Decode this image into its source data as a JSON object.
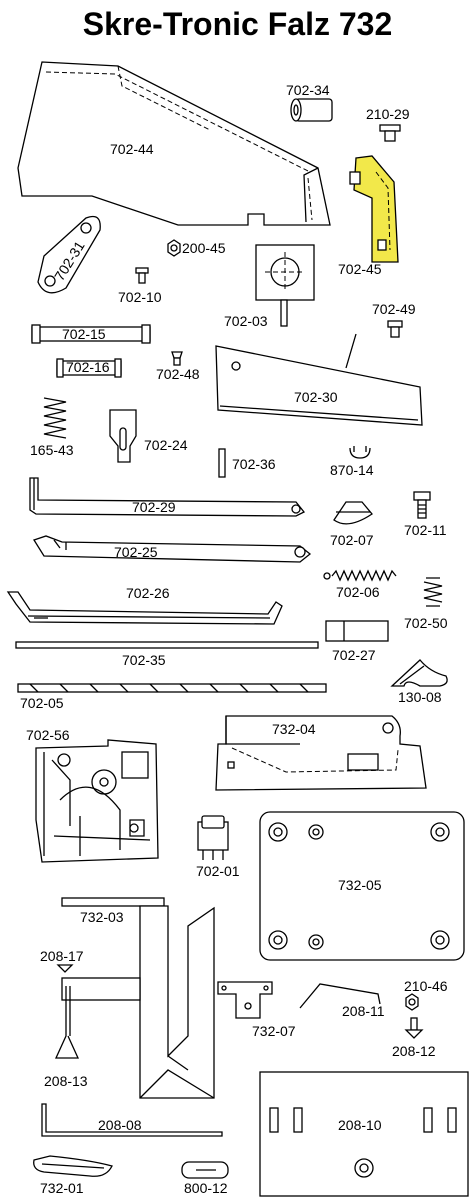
{
  "title": "Skre-Tronic Falz 732",
  "parts": {
    "p702_34": "702-34",
    "p210_29": "210-29",
    "p702_44": "702-44",
    "p702_31": "702-31",
    "p200_45": "200-45",
    "p702_45": "702-45",
    "p702_10": "702-10",
    "p702_03": "702-03",
    "p702_49": "702-49",
    "p702_15": "702-15",
    "p702_16": "702-16",
    "p702_48": "702-48",
    "p702_30": "702-30",
    "p165_43": "165-43",
    "p702_24": "702-24",
    "p702_36": "702-36",
    "p870_14": "870-14",
    "p702_29": "702-29",
    "p702_07": "702-07",
    "p702_11": "702-11",
    "p702_25": "702-25",
    "p702_26": "702-26",
    "p702_06": "702-06",
    "p702_50": "702-50",
    "p702_35": "702-35",
    "p702_27": "702-27",
    "p130_08": "130-08",
    "p702_05": "702-05",
    "p702_56": "702-56",
    "p732_04": "732-04",
    "p702_01": "702-01",
    "p732_05": "732-05",
    "p732_03": "732-03",
    "p208_17": "208-17",
    "p732_07": "732-07",
    "p208_11": "208-11",
    "p210_46": "210-46",
    "p208_12": "208-12",
    "p208_13": "208-13",
    "p208_08": "208-08",
    "p208_10": "208-10",
    "p732_01": "732-01",
    "p800_12": "800-12"
  },
  "colors": {
    "highlight": "#f2e84a",
    "line": "#000000"
  }
}
